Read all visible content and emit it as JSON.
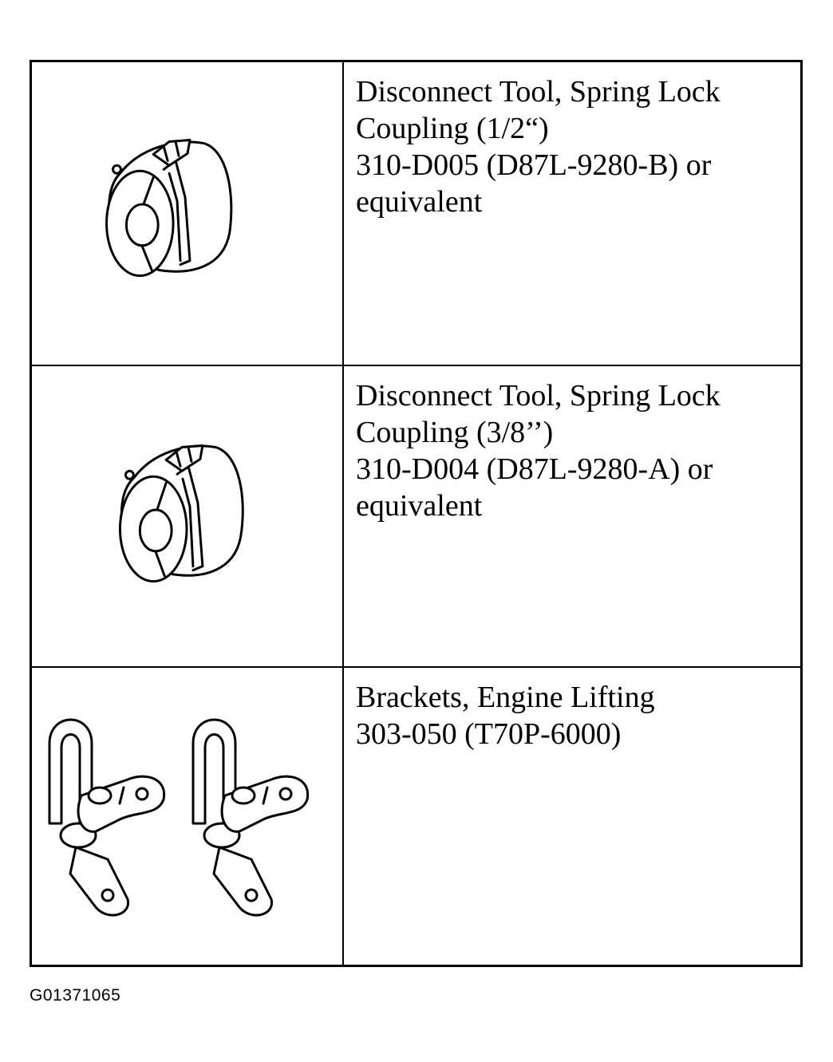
{
  "rows": [
    {
      "tool_image": "spring-lock-disconnect-tool-half-inch",
      "lines": [
        "Disconnect Tool, Spring Lock",
        "Coupling (1/2“)",
        "310-D005 (D87L-9280-B) or",
        "equivalent"
      ]
    },
    {
      "tool_image": "spring-lock-disconnect-tool-three-eighths-inch",
      "lines": [
        "Disconnect Tool, Spring Lock",
        "Coupling (3/8’’)",
        "310-D004 (D87L-9280-A) or",
        "equivalent"
      ]
    },
    {
      "tool_image": "engine-lifting-brackets",
      "lines": [
        "Brackets, Engine Lifting",
        "303-050 (T70P-6000)"
      ]
    }
  ],
  "figure_code": "G01371065"
}
